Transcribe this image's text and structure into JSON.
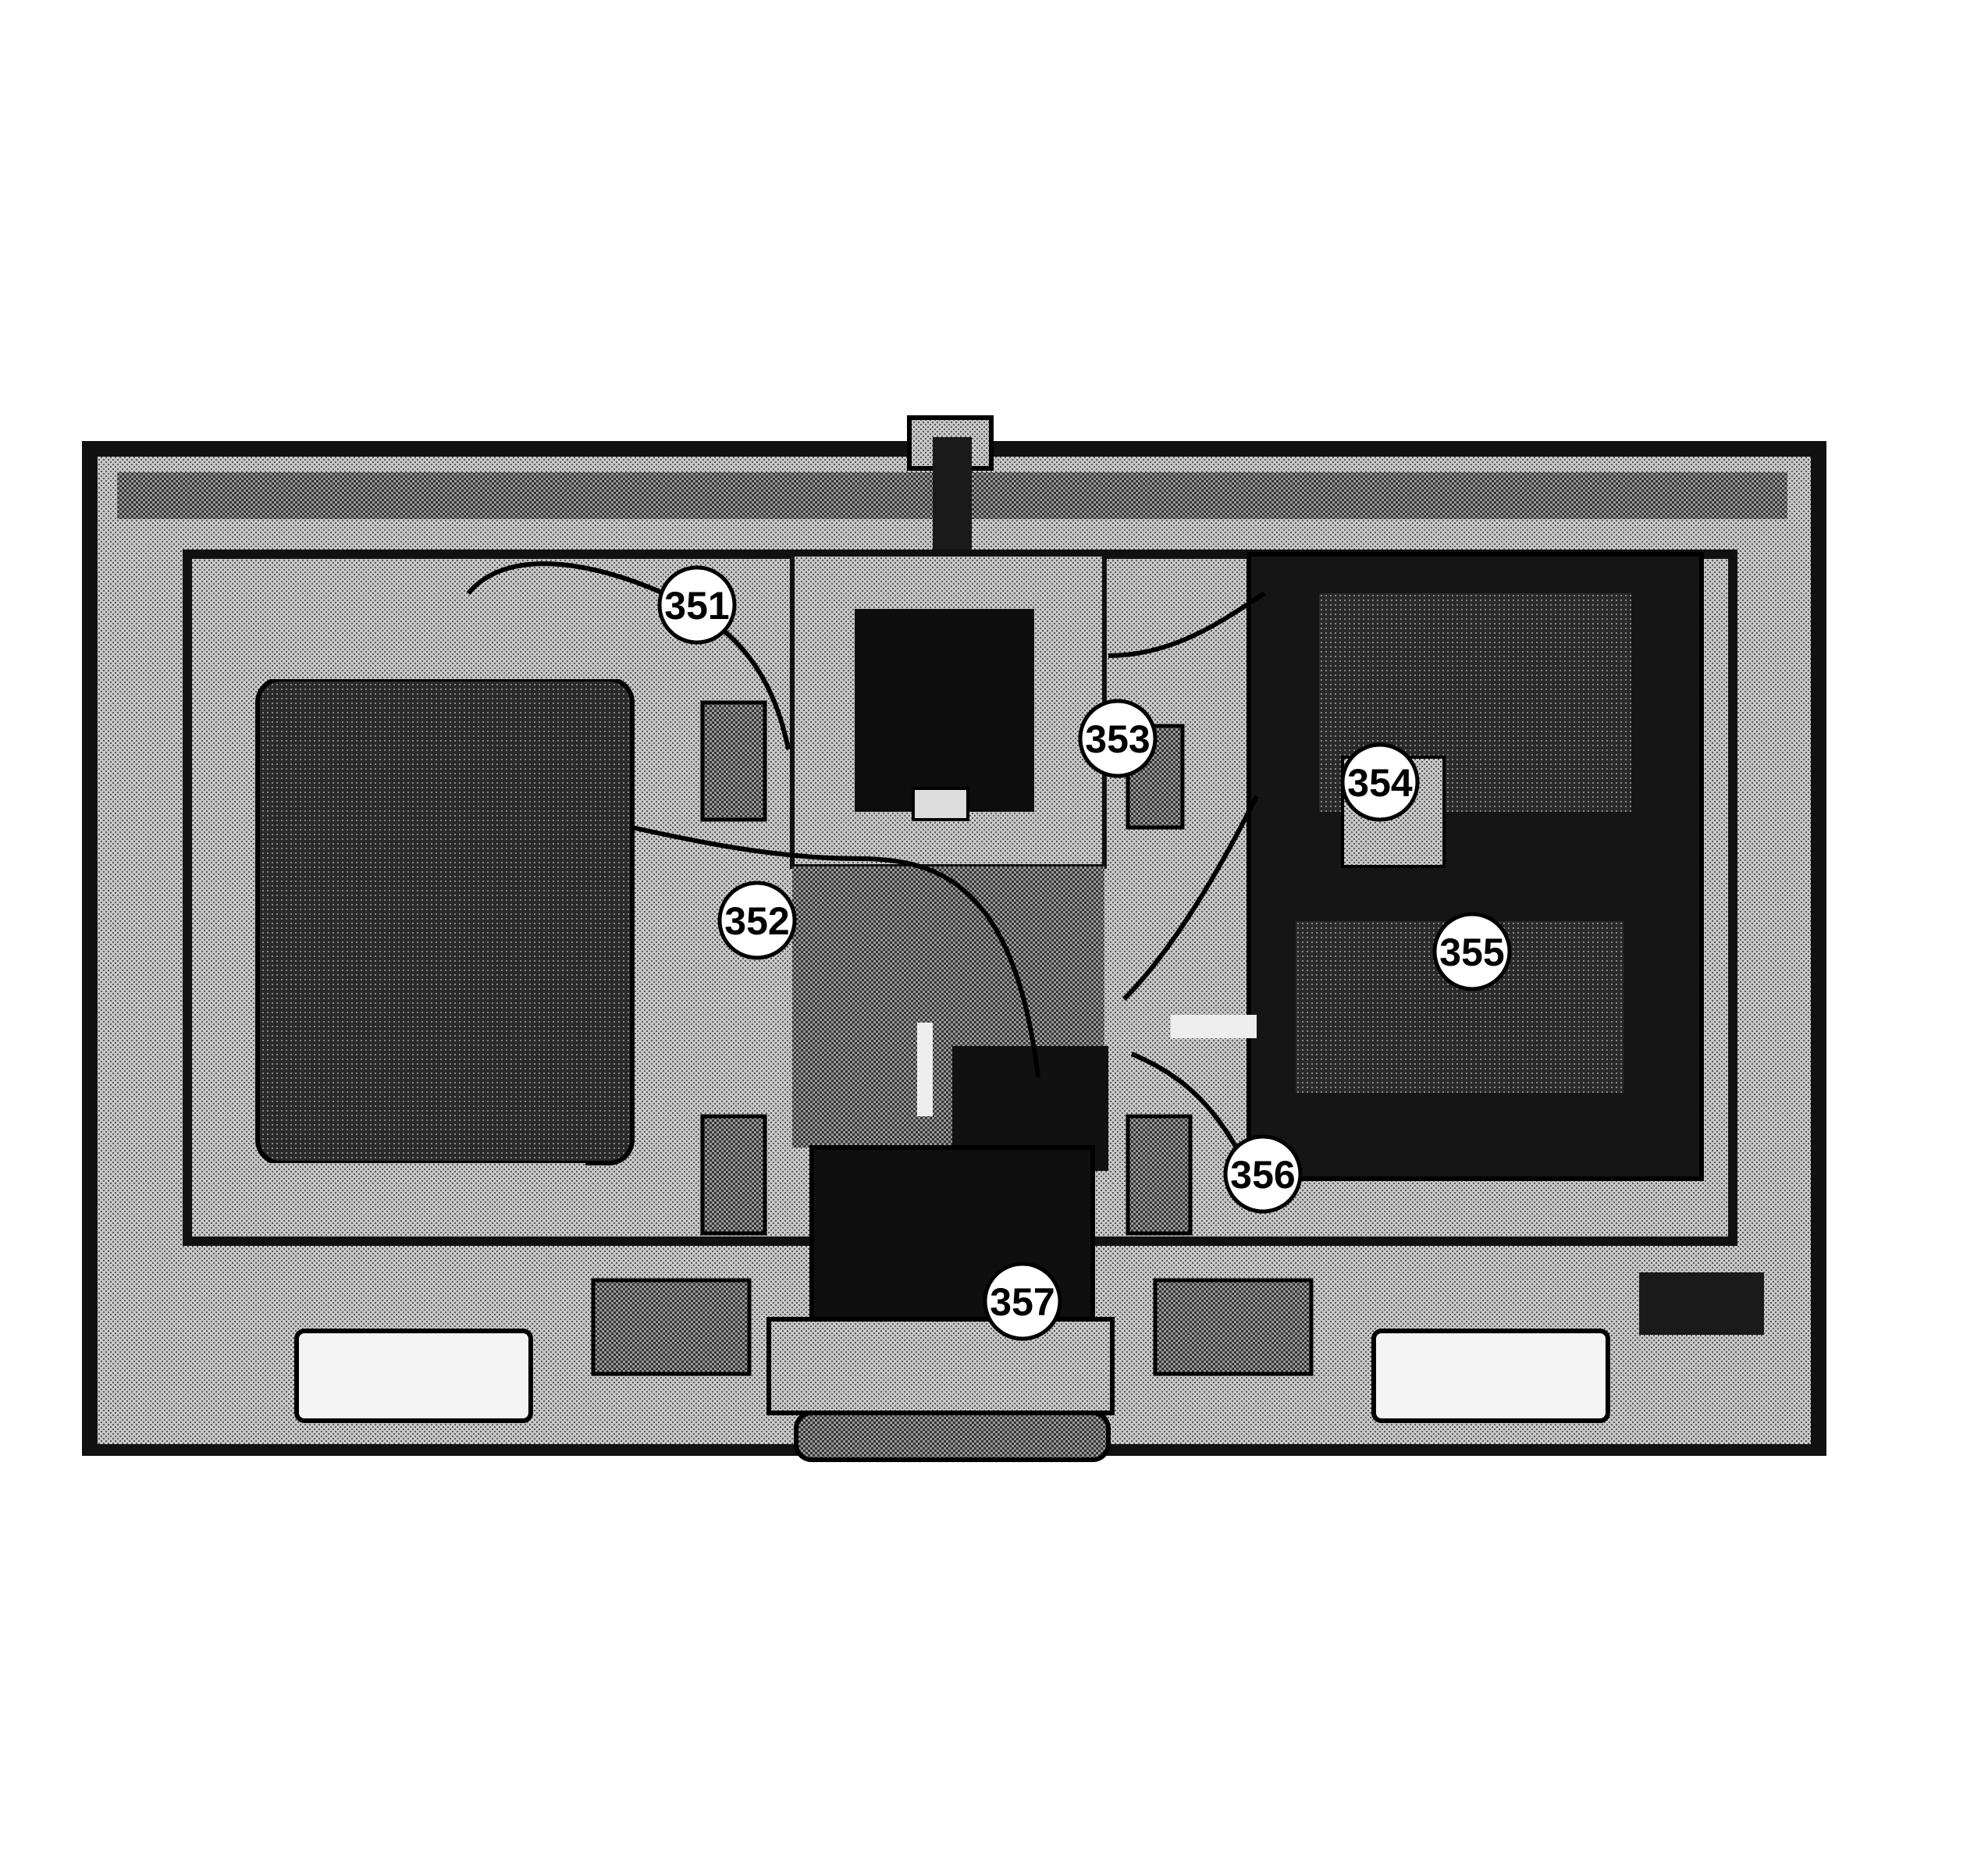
{
  "figure": {
    "colors": {
      "background": "#ffffff",
      "ink": "#000000",
      "panel_light": "#b8b8b8",
      "panel_mid": "#8a8a8a",
      "panel_dark": "#2a2a2a",
      "callout_fill": "#ffffff"
    }
  },
  "callouts": [
    {
      "id": "351",
      "label": "351"
    },
    {
      "id": "352",
      "label": "352"
    },
    {
      "id": "353",
      "label": "353"
    },
    {
      "id": "354",
      "label": "354"
    },
    {
      "id": "355",
      "label": "355"
    },
    {
      "id": "356",
      "label": "356"
    },
    {
      "id": "357",
      "label": "357"
    }
  ]
}
